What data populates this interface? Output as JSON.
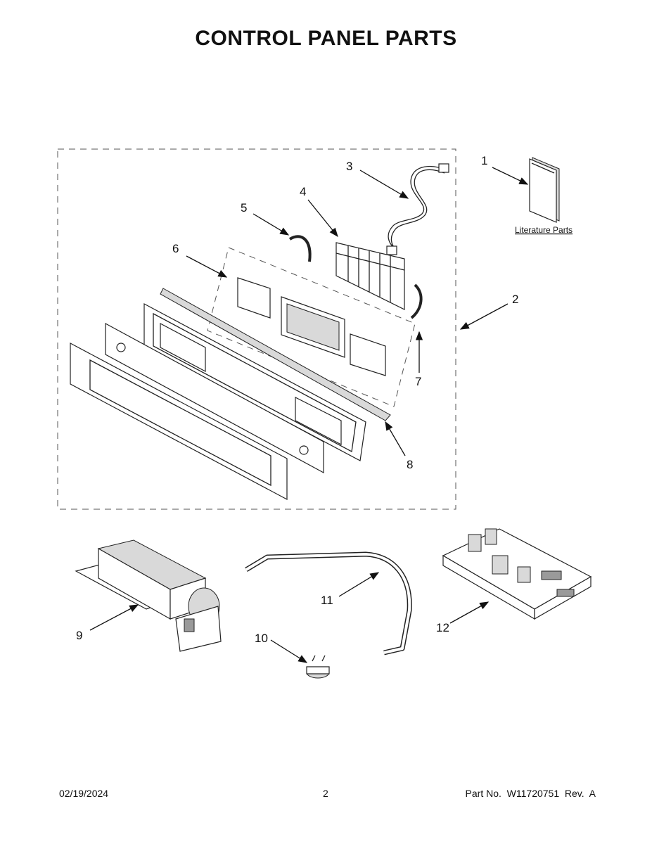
{
  "page": {
    "title": "CONTROL PANEL PARTS"
  },
  "callouts": {
    "c1": "1",
    "c2": "2",
    "c3": "3",
    "c4": "4",
    "c5": "5",
    "c6": "6",
    "c7": "7",
    "c8": "8",
    "c9": "9",
    "c10": "10",
    "c11": "11",
    "c12": "12"
  },
  "literature": {
    "label": "Literature Parts"
  },
  "footer": {
    "date": "02/19/2024",
    "page_number": "2",
    "part_number": "Part No.  W11720751  Rev.  A"
  }
}
